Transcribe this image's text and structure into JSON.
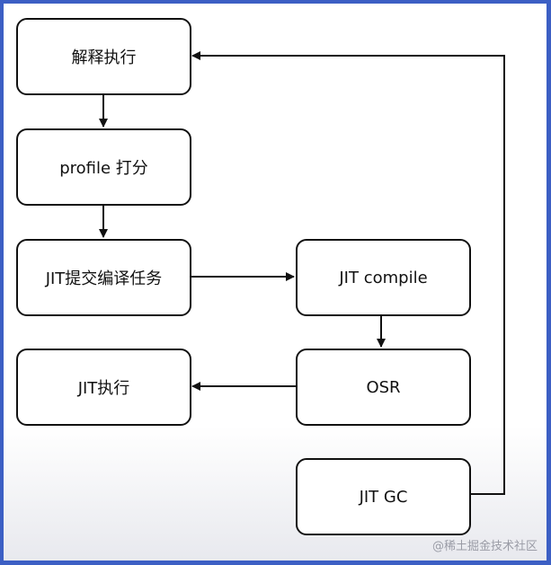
{
  "diagram": {
    "nodes": [
      {
        "id": "interpret",
        "label": "解释执行"
      },
      {
        "id": "profile",
        "label": "profile 打分"
      },
      {
        "id": "jit_submit",
        "label": "JIT提交编译任务"
      },
      {
        "id": "jit_compile",
        "label": "JIT compile"
      },
      {
        "id": "osr",
        "label": "OSR"
      },
      {
        "id": "jit_exec",
        "label": "JIT执行"
      },
      {
        "id": "jit_gc",
        "label": "JIT GC"
      }
    ],
    "edges": [
      {
        "from": "interpret",
        "to": "profile"
      },
      {
        "from": "profile",
        "to": "jit_submit"
      },
      {
        "from": "jit_submit",
        "to": "jit_compile"
      },
      {
        "from": "jit_compile",
        "to": "osr"
      },
      {
        "from": "osr",
        "to": "jit_exec"
      },
      {
        "from": "jit_gc",
        "to": "interpret"
      }
    ]
  },
  "watermark": "@稀土掘金技术社区",
  "colors": {
    "border": "#3c5fc4",
    "stroke": "#111111"
  }
}
